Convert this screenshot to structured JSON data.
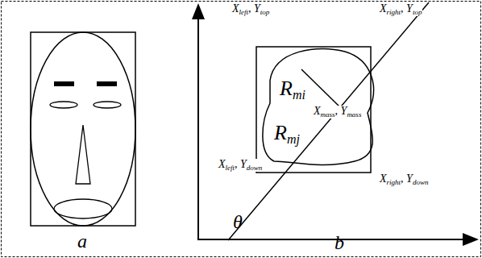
{
  "diagram": {
    "labels": [
      "a",
      "b",
      "X",
      "left",
      ", Y",
      "top",
      "X",
      "right",
      ", Y",
      "top",
      "X",
      "mass",
      ", Y",
      "mass",
      "X",
      "left",
      ", Y",
      "down",
      "X",
      "right",
      ", Y",
      "down",
      "R",
      "mi",
      "R",
      "mj",
      "θ"
    ]
  }
}
